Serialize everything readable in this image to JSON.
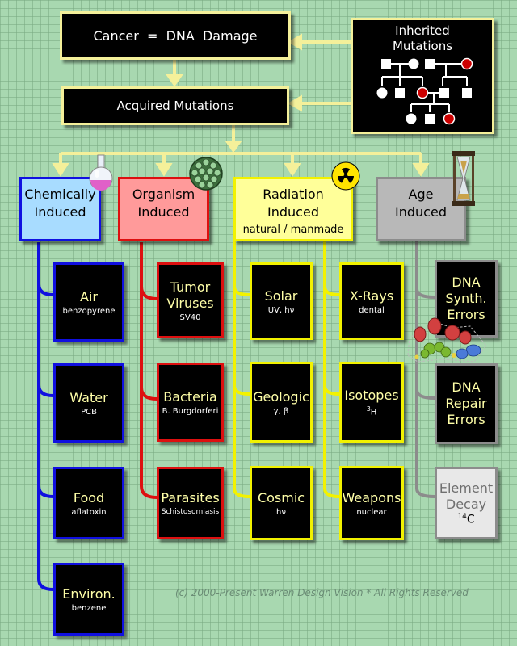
{
  "top": {
    "title": "Cancer  =  DNA  Damage",
    "acquired": "Acquired Mutations",
    "inherited_line1": "Inherited",
    "inherited_line2": "Mutations"
  },
  "categories": {
    "chemical": {
      "line1": "Chemically",
      "line2": "Induced"
    },
    "organism": {
      "line1": "Organism",
      "line2": "Induced"
    },
    "radiation": {
      "line1": "Radiation",
      "line2": "Induced",
      "line3": "natural / manmade"
    },
    "age": {
      "line1": "Age",
      "line2": "Induced"
    }
  },
  "leaves": {
    "air": {
      "title": "Air",
      "sub": "benzopyrene"
    },
    "water": {
      "title": "Water",
      "sub": "PCB"
    },
    "food": {
      "title": "Food",
      "sub": "aflatoxin"
    },
    "environ": {
      "title": "Environ.",
      "sub": "benzene"
    },
    "tumor": {
      "line1": "Tumor",
      "line2": "Viruses",
      "sub": "SV40"
    },
    "bacteria": {
      "title": "Bacteria",
      "sub": "B. Burgdorferi"
    },
    "parasites": {
      "title": "Parasites",
      "sub": "Schistosomiasis"
    },
    "solar": {
      "title": "Solar",
      "sub": "UV, hν"
    },
    "geologic": {
      "title": "Geologic",
      "sub": "γ, β"
    },
    "cosmic": {
      "title": "Cosmic",
      "sub": "hν"
    },
    "xrays": {
      "title": "X-Rays",
      "sub": "dental"
    },
    "isotopes": {
      "title": "Isotopes",
      "sup": "3",
      "sub": "H"
    },
    "weapons": {
      "title": "Weapons",
      "sub": "nuclear"
    },
    "synth": {
      "line1": "DNA",
      "line2": "Synth.",
      "line3": "Errors"
    },
    "repair": {
      "line1": "DNA",
      "line2": "Repair",
      "line3": "Errors"
    },
    "decay": {
      "line1": "Element",
      "line2": "Decay",
      "sup": "14",
      "sub": "C"
    }
  },
  "copyright": "(c) 2000-Present Warren Design Vision * All Rights Reserved",
  "colors": {
    "chemical": "#1010e0",
    "organism": "#dd1010",
    "radiation": "#f2f200",
    "age": "#8c8c8c",
    "header_border": "#f4f09a",
    "connector": "#f4f09a",
    "chemical_fill": "#a8dcff",
    "organism_fill": "#ff9a9a",
    "radiation_fill": "#ffff99",
    "age_fill": "#b8b8b8",
    "pedigree_red": "#cc0000"
  },
  "icons": [
    "flask-icon",
    "virus-icon",
    "radiation-icon",
    "hourglass-icon",
    "protein-icon"
  ]
}
